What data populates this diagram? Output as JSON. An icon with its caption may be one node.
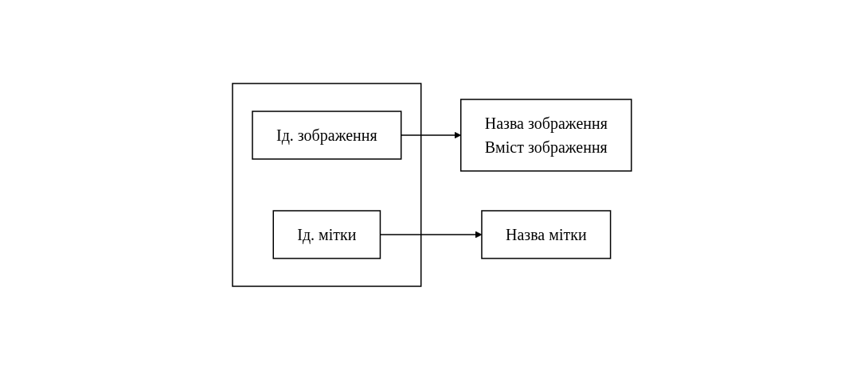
{
  "diagram": {
    "nodes": [
      {
        "text": [],
        "shape": "box"
      },
      {
        "text": [
          "Ід. зображення"
        ],
        "in": 0
      },
      {
        "text": [
          "Ід. мітки"
        ],
        "in": 0
      },
      {
        "text": [
          "Назва зображення",
          "Вміст зображення"
        ]
      },
      {
        "text": [
          "Назва мітки"
        ]
      }
    ],
    "edges": [
      {
        "from": 1,
        "to": 3,
        "arrow": "to"
      },
      {
        "from": 2,
        "to": 4,
        "arrow": "to"
      }
    ]
  }
}
